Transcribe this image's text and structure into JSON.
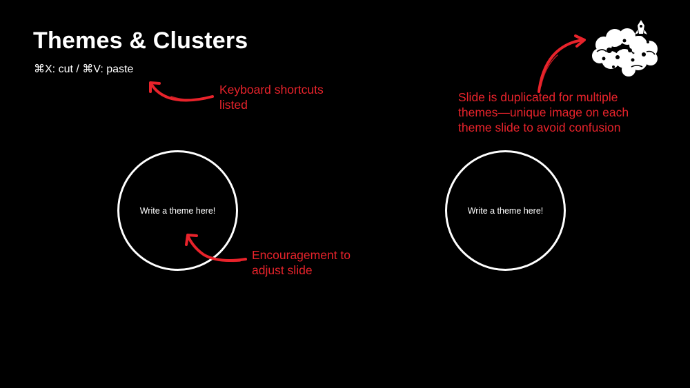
{
  "slide": {
    "title": "Themes & Clusters",
    "shortcuts": "⌘X: cut / ⌘V: paste",
    "themes": [
      {
        "label": "Write a theme here!"
      },
      {
        "label": "Write a theme here!"
      }
    ]
  },
  "annotations": {
    "keyboard_line1": "Keyboard shortcuts",
    "keyboard_line2": "listed",
    "encourage_line1": "Encouragement to",
    "encourage_line2": "adjust slide",
    "duplicate_line1": "Slide is duplicated for multiple",
    "duplicate_line2": "themes—unique image on each",
    "duplicate_line3": "theme slide to avoid confusion"
  },
  "icons": {
    "logo": "cloud-rocket-icon",
    "arrows": "red-brush-arrow-icon"
  },
  "colors": {
    "background": "#000000",
    "text": "#ffffff",
    "annotation": "#e8232b"
  }
}
